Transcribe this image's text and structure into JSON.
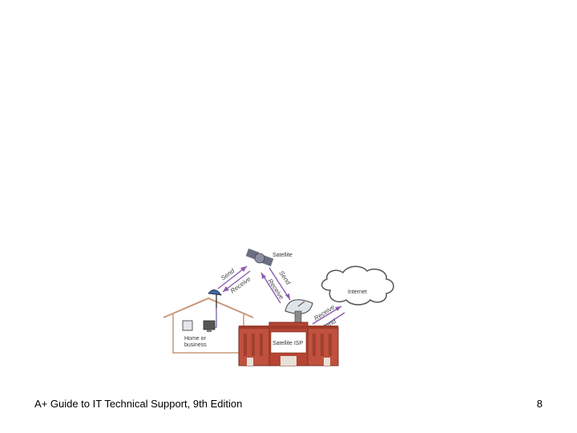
{
  "diagram": {
    "labels": {
      "satellite": "Satellite",
      "internet": "Internet",
      "home_line1": "Home or",
      "home_line2": "business",
      "isp": "Satellite ISP",
      "send": "Send",
      "receive": "Receive"
    },
    "colors": {
      "arrow": "#8a5bb0",
      "building": "#c0513e",
      "house": "#c9987a",
      "dish_blue": "#3a68a8"
    }
  },
  "footer": {
    "title": "A+ Guide to IT Technical Support, 9th Edition",
    "page_number": "8"
  }
}
